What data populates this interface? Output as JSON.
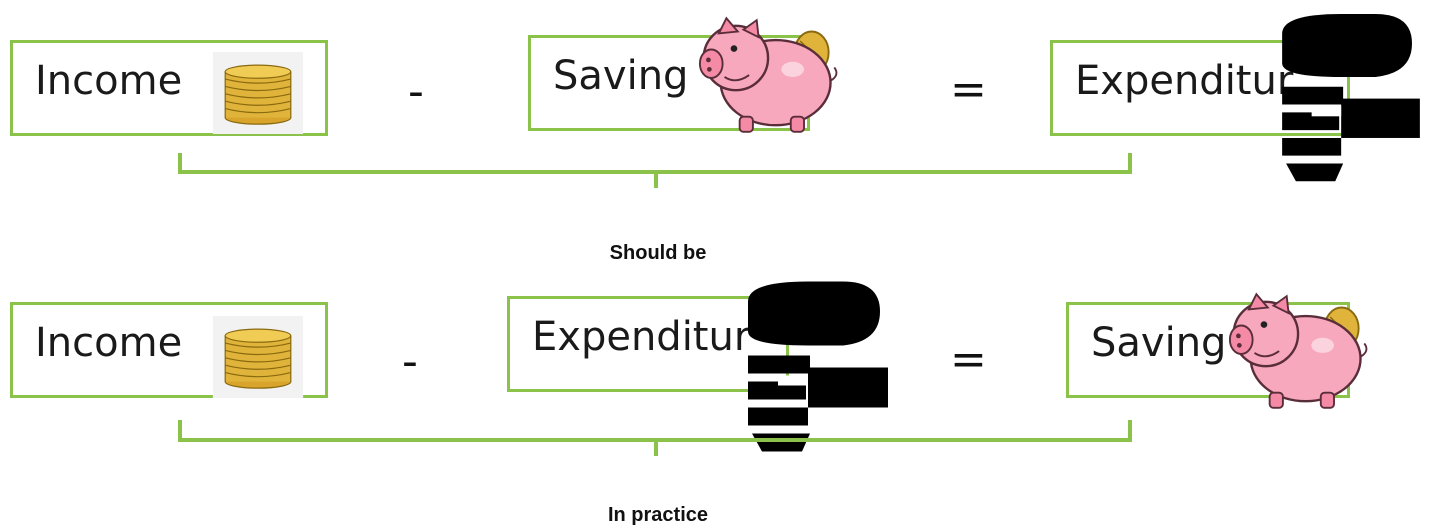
{
  "rows": [
    {
      "terms": [
        "Income",
        "Saving",
        "Expenditur"
      ],
      "operators": [
        "-",
        "="
      ],
      "caption": "Should be"
    },
    {
      "terms": [
        "Income",
        "Expenditur",
        "Saving"
      ],
      "operators": [
        "-",
        "="
      ],
      "caption": "In practice"
    }
  ],
  "icons": {
    "income": "coin-stack-icon",
    "saving": "piggy-bank-icon",
    "expenditure": "database-drain-icon"
  },
  "colors": {
    "box_border": "#8bc34a",
    "bracket": "#8bc34a",
    "coins": "#e0b43a"
  }
}
